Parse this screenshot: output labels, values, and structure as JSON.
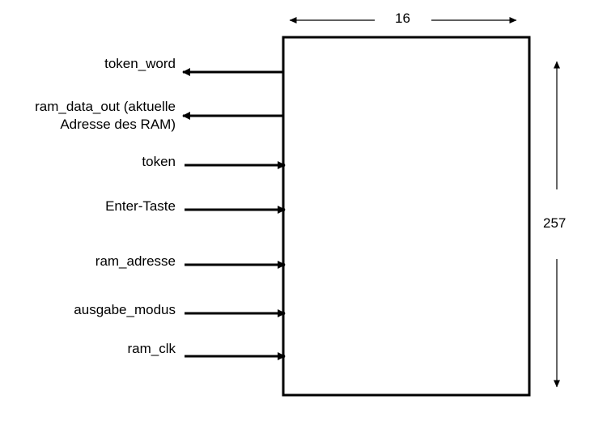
{
  "block": {
    "width_label": "16",
    "height_label": "257"
  },
  "signals": {
    "outputs": [
      {
        "label": "token_word"
      },
      {
        "label_line1": "ram_data_out (aktuelle",
        "label_line2": "Adresse des RAM)"
      }
    ],
    "inputs": [
      {
        "label": "token"
      },
      {
        "label": "Enter-Taste"
      },
      {
        "label": "ram_adresse"
      },
      {
        "label": "ausgabe_modus"
      },
      {
        "label": "ram_clk"
      }
    ]
  }
}
